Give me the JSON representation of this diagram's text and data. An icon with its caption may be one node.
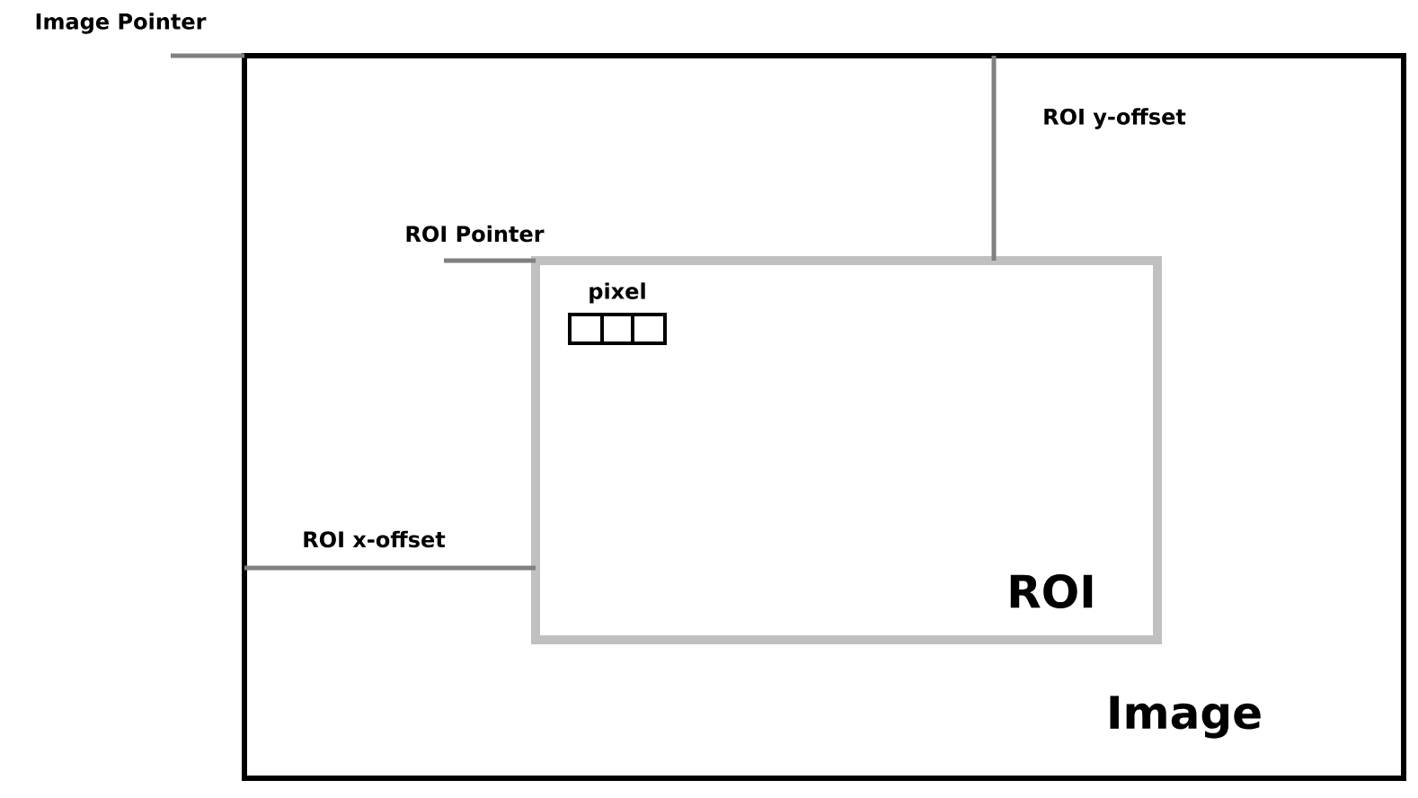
{
  "diagram": {
    "nodes": [
      {
        "text": [
          "Image"
        ]
      },
      {
        "text": [
          "ROI"
        ],
        "in": 0
      },
      {
        "text": [
          "pixel"
        ],
        "in": 1
      },
      {
        "text": [
          "Image Pointer"
        ]
      },
      {
        "text": [
          "ROI Pointer"
        ],
        "in": 0
      }
    ],
    "edges": [
      {
        "from": 3,
        "to": 0,
        "arrow": "none"
      },
      {
        "from": 4,
        "to": 1,
        "arrow": "none"
      },
      {
        "from": 0,
        "to": 1,
        "arrow": "none",
        "label": "ROI y-offset"
      },
      {
        "from": 0,
        "to": 1,
        "arrow": "none",
        "label": "ROI x-offset"
      }
    ]
  }
}
